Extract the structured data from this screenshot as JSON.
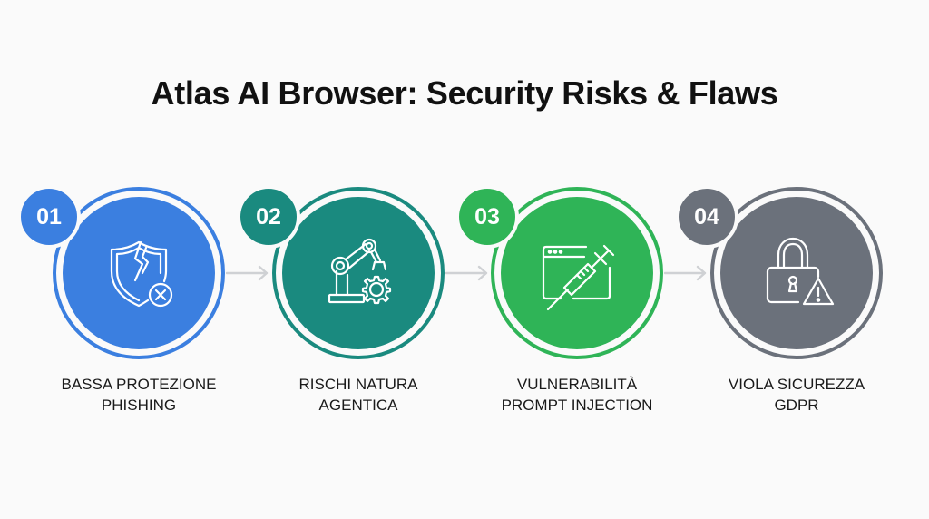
{
  "title": "Atlas AI Browser: Security Risks & Flaws",
  "colors": {
    "background": "#fafafa",
    "blue": "#3b7fe0",
    "teal": "#1a8a7f",
    "green": "#2fb457",
    "grey": "#6b717b",
    "arrow": "#cfd1d4"
  },
  "steps": [
    {
      "number": "01",
      "icon": "broken-shield-x-icon",
      "label_line1": "BASSA PROTEZIONE",
      "label_line2": "PHISHING",
      "color": "#3b7fe0"
    },
    {
      "number": "02",
      "icon": "robotic-arm-gear-icon",
      "label_line1": "RISCHI NATURA",
      "label_line2": "AGENTICA",
      "color": "#1a8a7f"
    },
    {
      "number": "03",
      "icon": "browser-syringe-icon",
      "label_line1": "VULNERABILITÀ",
      "label_line2": "PROMPT INJECTION",
      "color": "#2fb457"
    },
    {
      "number": "04",
      "icon": "padlock-warning-icon",
      "label_line1": "VIOLA SICUREZZA",
      "label_line2": "GDPR",
      "color": "#6b717b"
    }
  ],
  "connectors": [
    "arrow-right",
    "arrow-right",
    "arrow-right"
  ]
}
